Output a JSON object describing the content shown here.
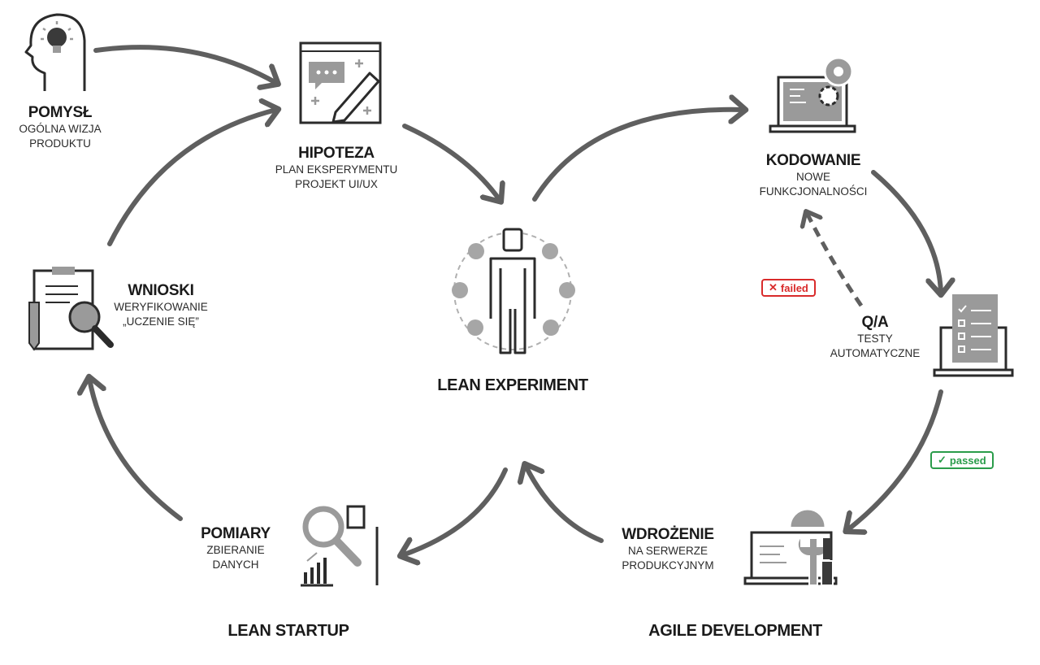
{
  "nodes": {
    "pomysl": {
      "title": "POMYSŁ",
      "lines": [
        "OGÓLNA WIZJA",
        "PRODUKTU"
      ],
      "icon": "lightbulb-head-icon"
    },
    "hipoteza": {
      "title": "HIPOTEZA",
      "lines": [
        "PLAN EKSPERYMENTU",
        "PROJEKT UI/UX"
      ],
      "icon": "sketch-pencil-icon"
    },
    "kodowanie": {
      "title": "KODOWANIE",
      "lines": [
        "NOWE",
        "FUNKCJONALNOŚCI"
      ],
      "icon": "laptop-gear-icon"
    },
    "qa": {
      "title": "Q/A",
      "lines": [
        "TESTY",
        "AUTOMATYCZNE"
      ],
      "icon": "laptop-checklist-icon"
    },
    "wdrozenie": {
      "title": "WDROŻENIE",
      "lines": [
        "NA SERWERZE",
        "PRODUKCYJNYM"
      ],
      "icon": "laptop-tools-icon"
    },
    "pomiary": {
      "title": "POMIARY",
      "lines": [
        "ZBIERANIE",
        "DANYCH"
      ],
      "icon": "magnifier-chart-icon"
    },
    "wnioski": {
      "title": "WNIOSKI",
      "lines": [
        "WERYFIKOWANIE",
        "„UCZENIE SIĘ”"
      ],
      "icon": "clipboard-magnifier-icon"
    }
  },
  "center": {
    "label": "LEAN EXPERIMENT",
    "icon": "person-circle-icon"
  },
  "loops": {
    "left": "LEAN STARTUP",
    "right": "AGILE DEVELOPMENT"
  },
  "badges": {
    "failed": "failed",
    "passed": "passed"
  },
  "colors": {
    "arrow": "#5f5f5f",
    "icon_gray": "#9a9a9a",
    "icon_dark": "#2b2b2b",
    "failed": "#d92b2b",
    "passed": "#2a9c4a"
  }
}
